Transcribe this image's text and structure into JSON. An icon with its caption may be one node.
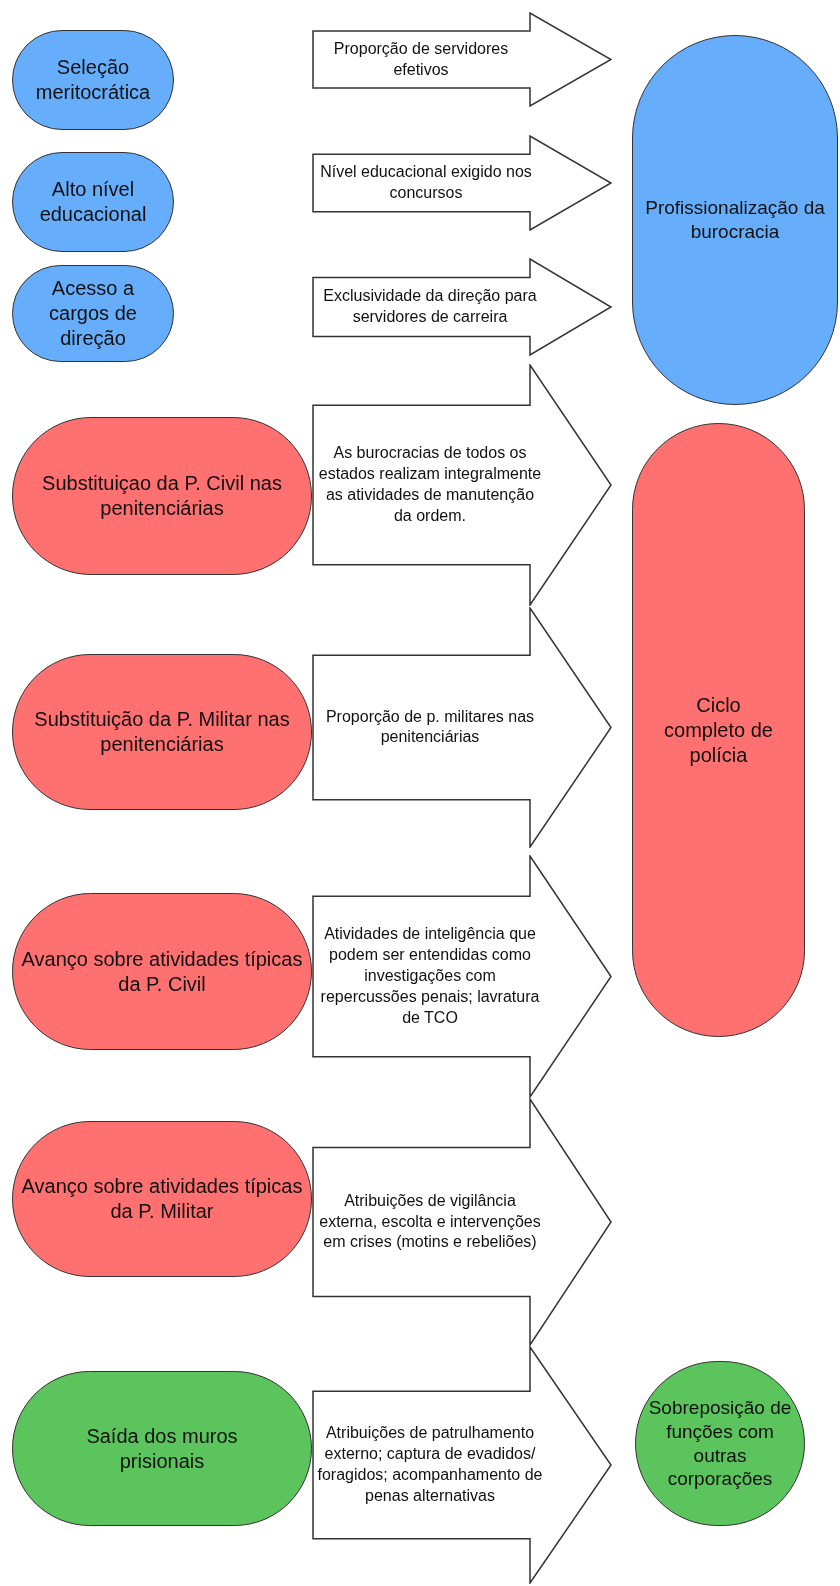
{
  "diagram": {
    "nodes": [
      {
        "text": [
          "Seleção meritocrática"
        ]
      },
      {
        "text": [
          "Proporção de servidores efetivos"
        ]
      },
      {
        "text": [
          "Profissionalização da burocracia"
        ]
      },
      {
        "text": [
          "Alto nível educacional"
        ]
      },
      {
        "text": [
          "Nível educacional exigido nos concursos"
        ]
      },
      {
        "text": [
          "Acesso a cargos de direção"
        ]
      },
      {
        "text": [
          "Exclusividade da direção para servidores de carreira"
        ]
      },
      {
        "text": [
          "Substituiçao da P. Civil nas penitenciárias"
        ]
      },
      {
        "text": [
          "As burocracias de todos os estados realizam integralmente as atividades de manutenção da ordem."
        ]
      },
      {
        "text": [
          "Ciclo completo de polícia"
        ]
      },
      {
        "text": [
          "Substituição da P. Militar nas penitenciárias"
        ]
      },
      {
        "text": [
          "Proporção de p. militares nas penitenciárias"
        ]
      },
      {
        "text": [
          "Avanço sobre atividades típicas da P. Civil"
        ]
      },
      {
        "text": [
          "Atividades de inteligência que podem ser entendidas como investigações com repercussões penais; lavratura de TCO"
        ]
      },
      {
        "text": [
          "Avanço sobre atividades típicas da P. Militar"
        ]
      },
      {
        "text": [
          "Atribuições de vigilância externa, escolta e intervenções em crises (motins e rebeliões)"
        ]
      },
      {
        "text": [
          "Saída dos muros prisionais"
        ]
      },
      {
        "text": [
          "Atribuições de patrulhamento externo; captura de evadidos/ foragidos; acompanhamento de penas alternativas"
        ]
      },
      {
        "text": [
          "Sobreposição de funções com outras corporações"
        ]
      }
    ]
  }
}
